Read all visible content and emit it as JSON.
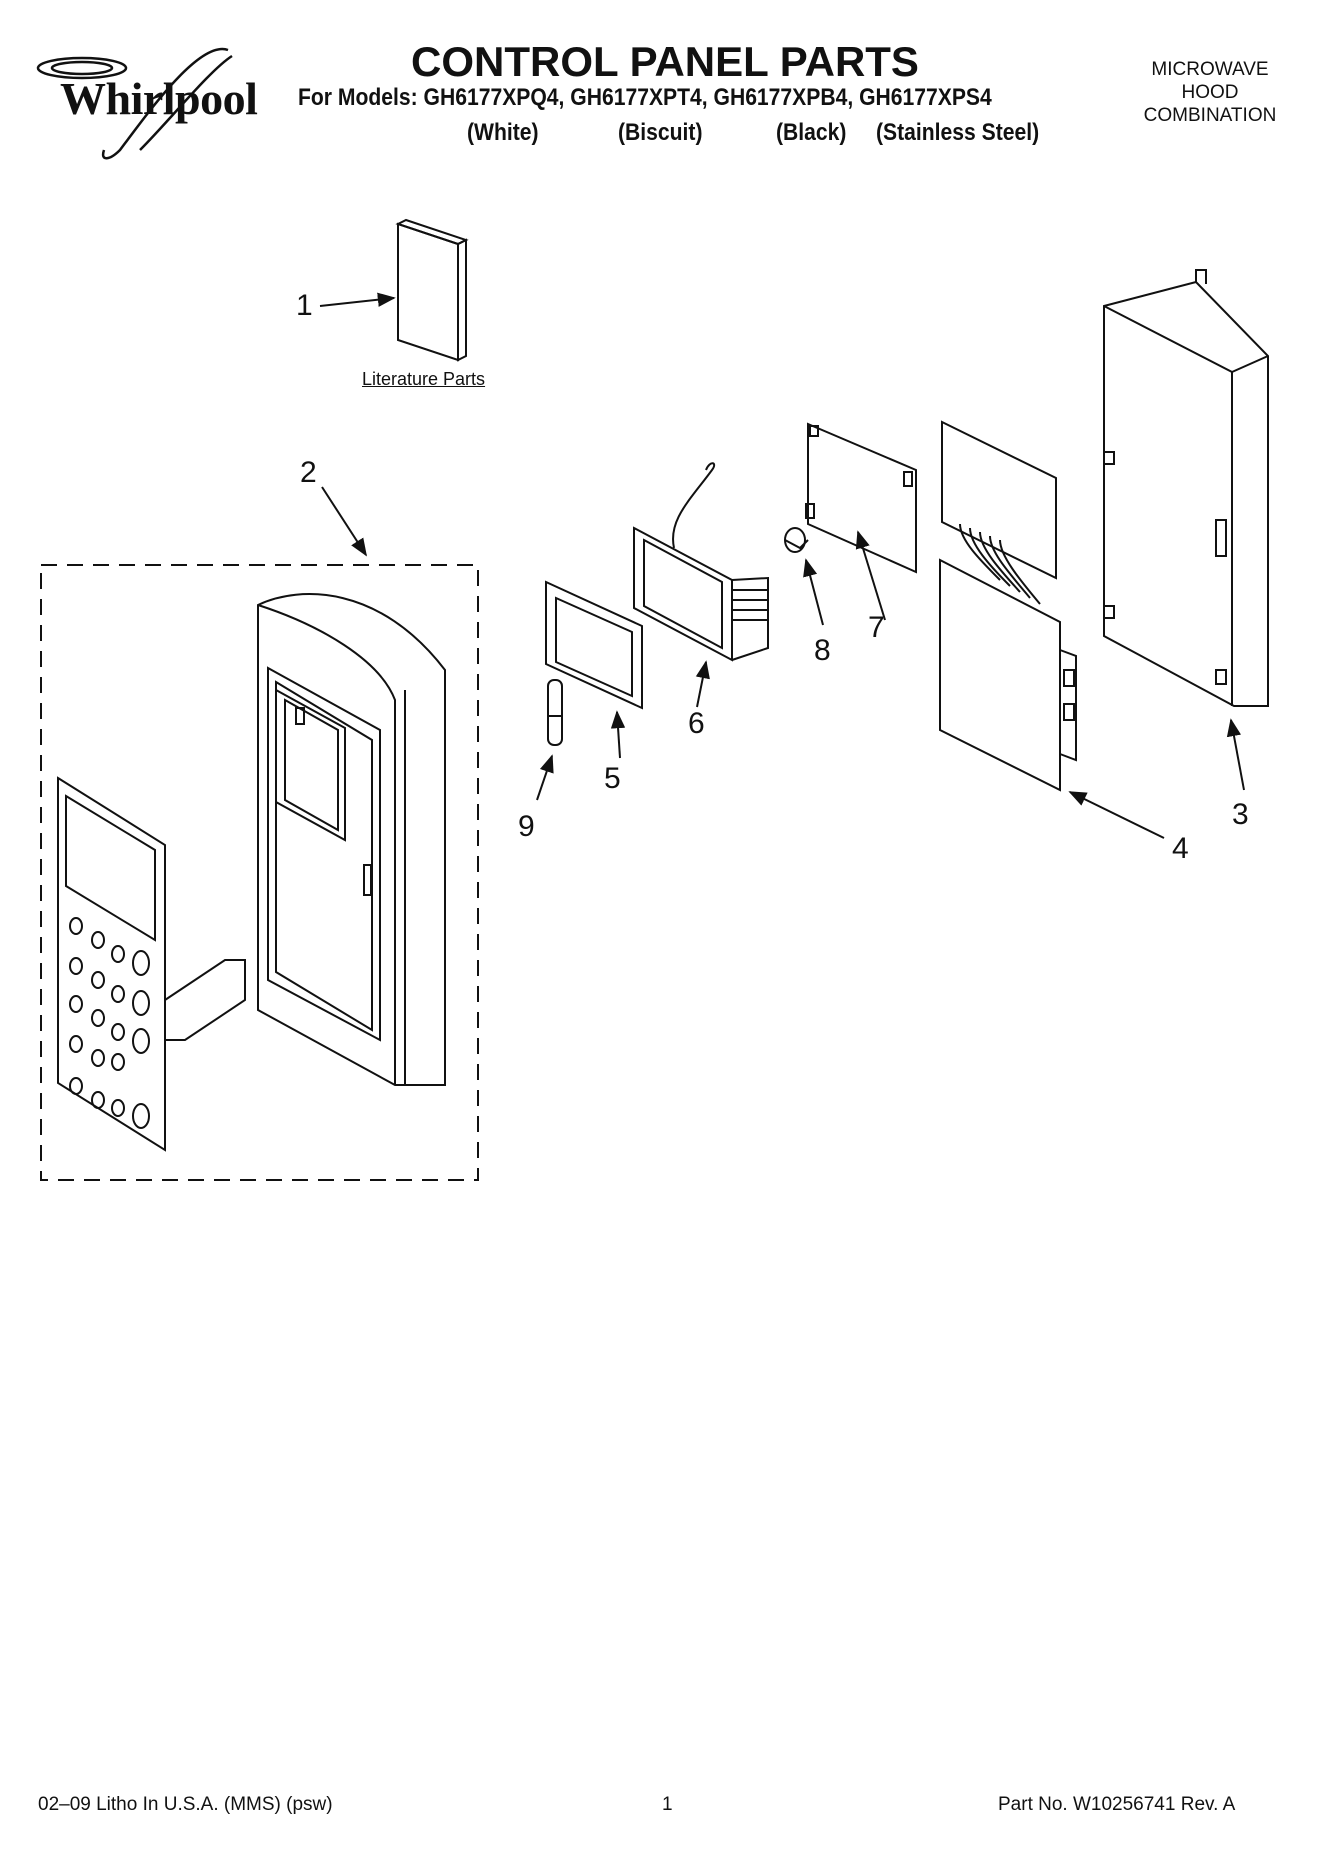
{
  "header": {
    "brand": "Whirlpool",
    "title": "CONTROL PANEL PARTS",
    "models_line": "For Models: GH6177XPQ4, GH6177XPT4, GH6177XPB4, GH6177XPS4",
    "colors": [
      "(White)",
      "(Biscuit)",
      "(Black)",
      "(Stainless Steel)"
    ],
    "category_lines": [
      "MICROWAVE",
      "HOOD",
      "COMBINATION"
    ]
  },
  "diagram": {
    "literature_label": "Literature Parts",
    "callouts": [
      "1",
      "2",
      "3",
      "4",
      "5",
      "6",
      "7",
      "8",
      "9"
    ]
  },
  "footer": {
    "left": "02–09 Litho In U.S.A. (MMS) (psw)",
    "page": "1",
    "part_no": "Part No. W10256741 Rev. A"
  }
}
